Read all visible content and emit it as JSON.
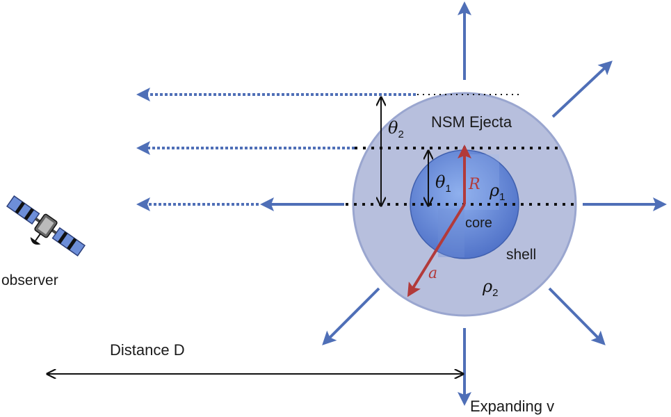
{
  "labels": {
    "title": "NSM Ejecta",
    "core": "core",
    "shell": "shell",
    "observer": "observer",
    "distance": "Distance D",
    "expanding": "Expanding v",
    "R": "R",
    "a": "a",
    "theta": "θ",
    "rho": "ρ",
    "sub1": "1",
    "sub2": "2"
  },
  "colors": {
    "arrow_blue": "#4f6fb7",
    "shell_fill": "#b7bfdd",
    "shell_stroke": "#9aa6cf",
    "core_fill": "#6f8fd6",
    "radius_red": "#b23a3a",
    "black": "#111111"
  }
}
